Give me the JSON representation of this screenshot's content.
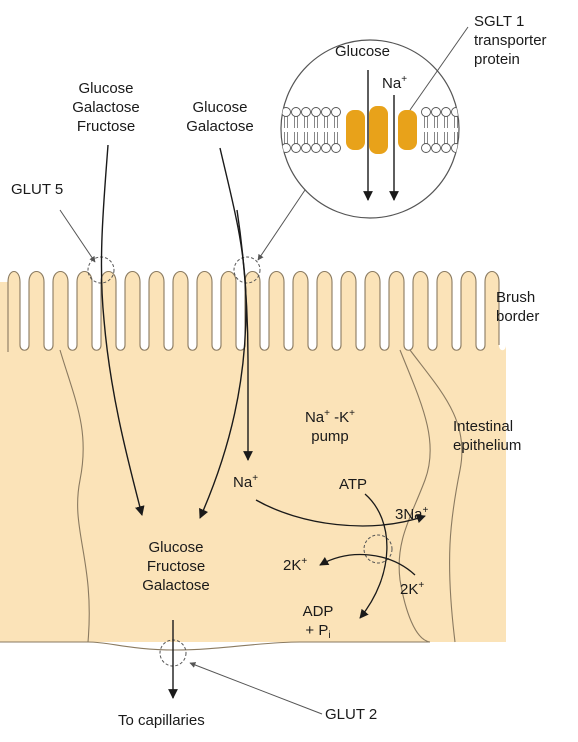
{
  "colors": {
    "cell_fill": "#fbe3b8",
    "cell_stroke": "#555555",
    "transporter": "#e8a21a",
    "ink": "#1a1a1a"
  },
  "labels": {
    "sglt1": [
      "SGLT 1",
      "transporter",
      "protein"
    ],
    "inset_glucose": "Glucose",
    "inset_na": "Na",
    "inset_na_sup": "+",
    "top_left_sugars": [
      "Glucose",
      "Galactose",
      "Fructose"
    ],
    "top_mid_sugars": [
      "Glucose",
      "Galactose"
    ],
    "glut5": "GLUT 5",
    "brush_border": [
      "Brush",
      "border"
    ],
    "intestinal_epithelium": [
      "Intestinal",
      "epithelium"
    ],
    "pump_na": "Na",
    "pump_sup1": "+",
    "pump_k": " -K",
    "pump_sup2": "+",
    "pump_word": "pump",
    "na_in": "Na",
    "na_in_sup": "+",
    "atp": "ATP",
    "three_na": "3Na",
    "three_na_sup": "+",
    "two_k_left": "2K",
    "two_k_left_sup": "+",
    "two_k_right": "2K",
    "two_k_right_sup": "+",
    "adp": "ADP",
    "plus_p": "+ P",
    "plus_p_sub": "i",
    "cell_sugars": [
      "Glucose",
      "Fructose",
      "Galactose"
    ],
    "to_capillaries": "To capillaries",
    "glut2": "GLUT 2"
  }
}
